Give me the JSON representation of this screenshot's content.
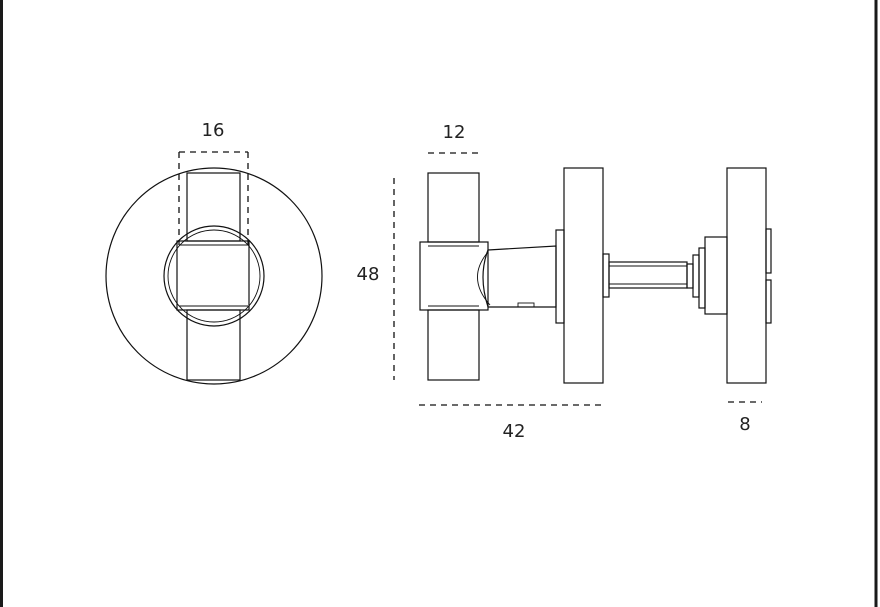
{
  "dimensions": {
    "front_width": "16",
    "side_knob_width": "12",
    "height": "48",
    "projection": "42",
    "rose_thickness": "8"
  },
  "colors": {
    "line": "#111111",
    "text": "#222222",
    "background": "#ffffff"
  }
}
